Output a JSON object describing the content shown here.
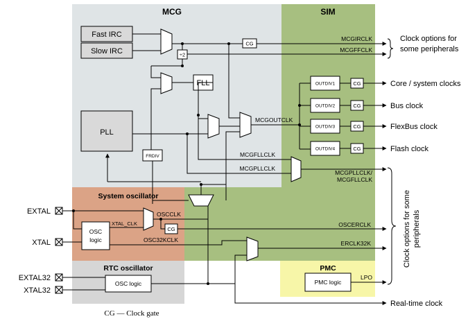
{
  "regions": {
    "mcg": "MCG",
    "sim": "SIM",
    "sysosc": "System oscillator",
    "rtc": "RTC oscillator",
    "pmc": "PMC"
  },
  "blocks": {
    "fast_irc": "Fast IRC",
    "slow_irc": "Slow IRC",
    "pll": "PLL",
    "fll": "FLL",
    "div2": "÷2",
    "frdiv": "FRDIV",
    "cg1": "CG",
    "cg_osc": "CG",
    "osc_logic_line1": "OSC",
    "osc_logic_line2": "logic",
    "rtc_osc_logic": "OSC logic",
    "pmc_logic": "PMC logic",
    "outdiv1": "OUTDIV1",
    "outdiv2": "OUTDIV2",
    "outdiv3": "OUTDIV3",
    "outdiv4": "OUTDIV4",
    "cg_o1": "CG",
    "cg_o2": "CG",
    "cg_o3": "CG",
    "cg_o4": "CG"
  },
  "signals": {
    "mcgirclk": "MCGIRCLK",
    "mcgffclk": "MCGFFCLK",
    "mcgoutclk": "MCGOUTCLK",
    "mcgfllclk": "MCGFLLCLK",
    "mcgpllclk": "MCGPLLCLK",
    "mcgpll_fll_1": "MCGPLLCLK/",
    "mcgpll_fll_2": "MCGFLLCLK",
    "oscclk": "OSCCLK",
    "xtal_clk": "XTAL_CLK",
    "osc32kclk": "OSC32KCLK",
    "oscerclk": "OSCERCLK",
    "erclk32k": "ERCLK32K",
    "lpo": "LPO"
  },
  "pins": {
    "extal": "EXTAL",
    "xtal": "XTAL",
    "extal32": "EXTAL32",
    "xtal32": "XTAL32"
  },
  "outputs": {
    "clock_options_1": "Clock options for",
    "clock_options_2": "some peripherals",
    "core": "Core / system clocks",
    "bus": "Bus clock",
    "flexbus": "FlexBus clock",
    "flash": "Flash clock",
    "rtc_clock": "Real-time clock",
    "side_1": "Clock options for some",
    "side_2": "peripherals"
  },
  "caption": "CG — Clock gate",
  "colors": {
    "mcg_bg": "#dfe4e6",
    "sim_bg": "#a7bf80",
    "sysosc_bg": "#dba386",
    "rtc_bg": "#d6d6d6",
    "pmc_bg": "#f7f6a8",
    "block_gray": "#d9d9d9"
  }
}
